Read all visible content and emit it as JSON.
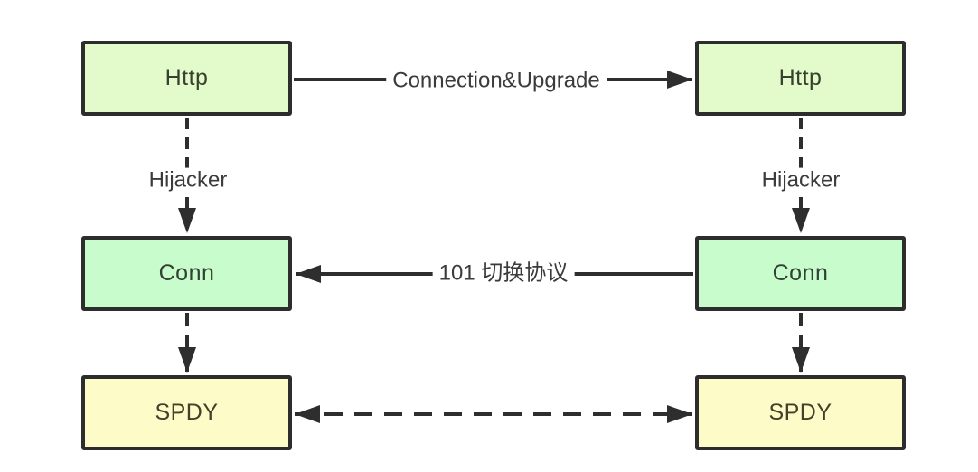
{
  "diagram": {
    "description": "HTTP connection hijack / protocol upgrade flow to SPDY",
    "nodes": {
      "http_left": {
        "label": "Http",
        "fill": "#e3fbcb"
      },
      "http_right": {
        "label": "Http",
        "fill": "#e3fbcb"
      },
      "conn_left": {
        "label": "Conn",
        "fill": "#c9fccd"
      },
      "conn_right": {
        "label": "Conn",
        "fill": "#c9fccd"
      },
      "spdy_left": {
        "label": "SPDY",
        "fill": "#fdfcc8"
      },
      "spdy_right": {
        "label": "SPDY",
        "fill": "#fdfcc8"
      }
    },
    "edges": {
      "connection_upgrade": {
        "label": "Connection&Upgrade",
        "from": "http_left",
        "to": "http_right",
        "style": "solid",
        "direction": "right"
      },
      "hijacker_left": {
        "label": "Hijacker",
        "from": "http_left",
        "to": "conn_left",
        "style": "dashed",
        "direction": "down"
      },
      "hijacker_right": {
        "label": "Hijacker",
        "from": "http_right",
        "to": "conn_right",
        "style": "dashed",
        "direction": "down"
      },
      "switch_protocol": {
        "label": "101 切换协议",
        "from": "conn_right",
        "to": "conn_left",
        "style": "solid",
        "direction": "left"
      },
      "conn_spdy_left": {
        "label": "",
        "from": "conn_left",
        "to": "spdy_left",
        "style": "dashed",
        "direction": "down"
      },
      "conn_spdy_right": {
        "label": "",
        "from": "conn_right",
        "to": "spdy_right",
        "style": "dashed",
        "direction": "down"
      },
      "spdy_spdy": {
        "label": "",
        "from": "spdy_left",
        "to": "spdy_right",
        "style": "dashed",
        "direction": "both"
      }
    },
    "colors": {
      "background": "#ffffff",
      "border": "#2d2d2d",
      "line": "#2e2e2e",
      "text": "#3b3b3b"
    }
  }
}
